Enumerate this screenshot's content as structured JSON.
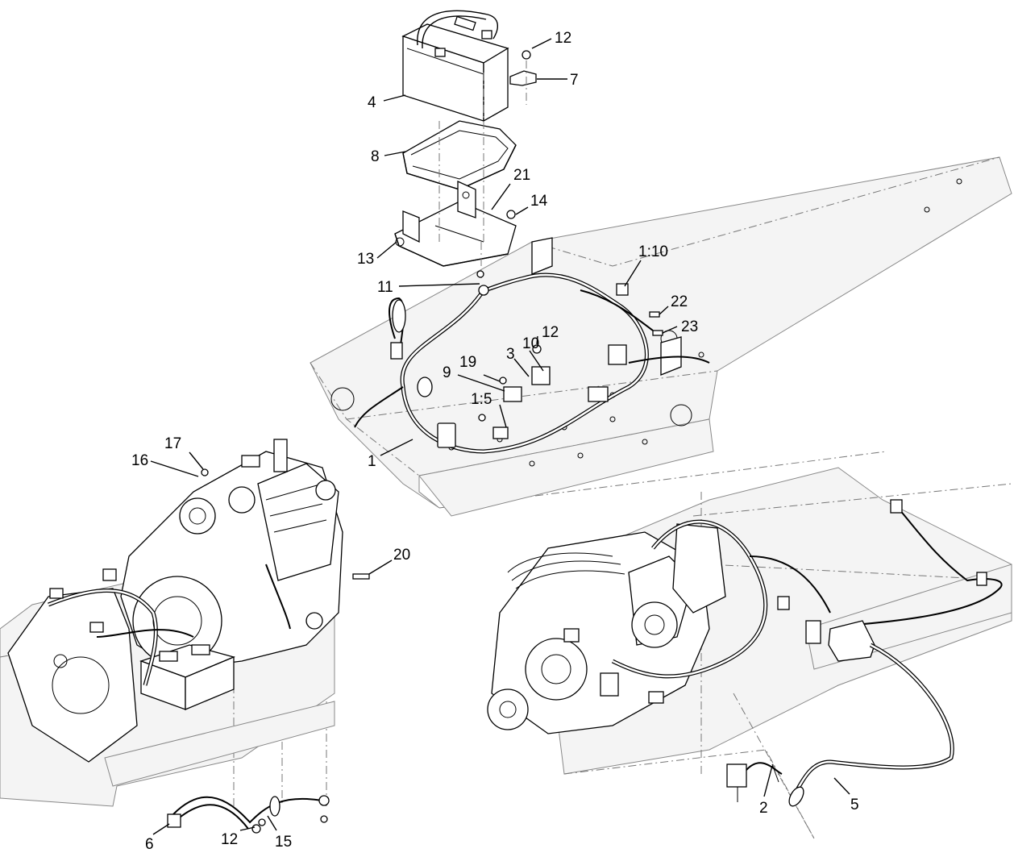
{
  "callouts": {
    "c_4": "4",
    "c_12_top": "12",
    "c_7": "7",
    "c_8": "8",
    "c_21": "21",
    "c_14": "14",
    "c_13": "13",
    "c_1_10": "1:10",
    "c_11": "11",
    "c_22": "22",
    "c_23": "23",
    "c_12_mid": "12",
    "c_10": "10",
    "c_3": "3",
    "c_19": "19",
    "c_9": "9",
    "c_1_5": "1:5",
    "c_1": "1",
    "c_17": "17",
    "c_16": "16",
    "c_20": "20",
    "c_2": "2",
    "c_5": "5",
    "c_6": "6",
    "c_12_bot": "12",
    "c_15": "15"
  }
}
